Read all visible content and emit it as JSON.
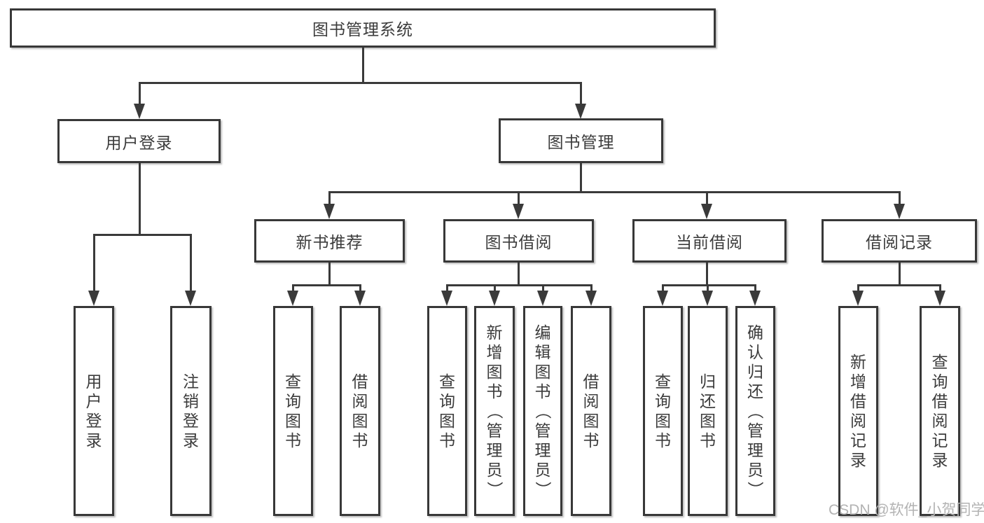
{
  "diagram": {
    "title": "图书管理系统",
    "level2": [
      {
        "label": "用户登录",
        "children": [
          {
            "label": "用户登录"
          },
          {
            "label": "注销登录"
          }
        ]
      },
      {
        "label": "图书管理",
        "children": [
          {
            "label": "新书推荐",
            "children": [
              {
                "label": "查询图书"
              },
              {
                "label": "借阅图书"
              }
            ]
          },
          {
            "label": "图书借阅",
            "children": [
              {
                "label": "查询图书"
              },
              {
                "label": "新增图书（管理员）"
              },
              {
                "label": "编辑图书（管理员）"
              },
              {
                "label": "借阅图书"
              }
            ]
          },
          {
            "label": "当前借阅",
            "children": [
              {
                "label": "查询图书"
              },
              {
                "label": "归还图书"
              },
              {
                "label": "确认归还（管理员）"
              }
            ]
          },
          {
            "label": "借阅记录",
            "children": [
              {
                "label": "新增借阅记录"
              },
              {
                "label": "查询借阅记录"
              }
            ]
          }
        ]
      }
    ]
  },
  "watermark": {
    "text": "CSDN @软件_小贺同学"
  },
  "colors": {
    "line": "#3a3a3a",
    "text": "#3c3c3c",
    "border": "#383838",
    "watermark": "#b3b3b3",
    "bg": "#ffffff"
  }
}
